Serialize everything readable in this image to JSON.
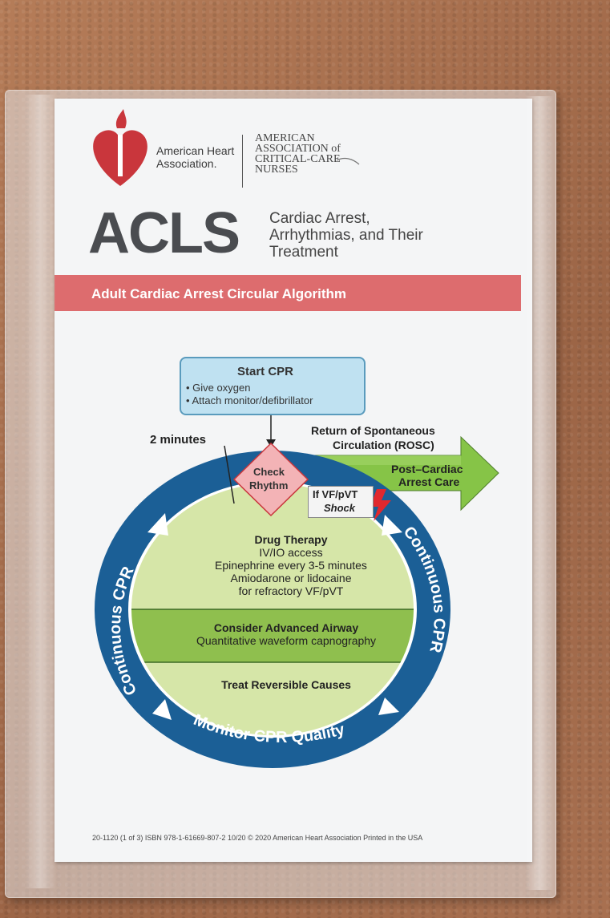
{
  "header": {
    "aha_name": "American Heart Association.",
    "aacn_name": "AMERICAN ASSOCIATION of CRITICAL-CARE NURSES",
    "title": "ACLS",
    "subtitle": "Cardiac Arrest, Arrhythmias, and Their Treatment"
  },
  "banner": {
    "text": "Adult Cardiac Arrest Circular Algorithm"
  },
  "algorithm": {
    "start_title": "Start CPR",
    "start_items": [
      "• Give oxygen",
      "• Attach monitor/defibrillator"
    ],
    "two_minutes": "2 minutes",
    "rosc_line1": "Return of Spontaneous",
    "rosc_line2": "Circulation (ROSC)",
    "post_line1": "Post–Cardiac",
    "post_line2": "Arrest Care",
    "check_line1": "Check",
    "check_line2": "Rhythm",
    "shock_line1": "If VF/pVT",
    "shock_line2": "Shock",
    "drug_title": "Drug Therapy",
    "drug_items": [
      "IV/IO access",
      "Epinephrine every 3-5 minutes",
      "Amiodarone or lidocaine",
      "for refractory VF/pVT"
    ],
    "airway_title": "Consider Advanced Airway",
    "airway_item": "Quantitative waveform capnography",
    "causes": "Treat Reversible Causes",
    "ring_left": "Continuous CPR",
    "ring_right": "Continuous CPR",
    "ring_bottom": "Monitor CPR Quality"
  },
  "footer": {
    "text": "20-1120 (1 of 3)   ISBN 978-1-61669-807-2   10/20   © 2020 American Heart Association   Printed in the USA"
  },
  "colors": {
    "ring": "#1b5f96",
    "inner_light": "#d6e6a8",
    "inner_mid": "#8fbf4e",
    "banner": "#dd6c6e",
    "arrow": "#86c447",
    "diamond": "#f3b3b6",
    "heart": "#c9363c"
  }
}
